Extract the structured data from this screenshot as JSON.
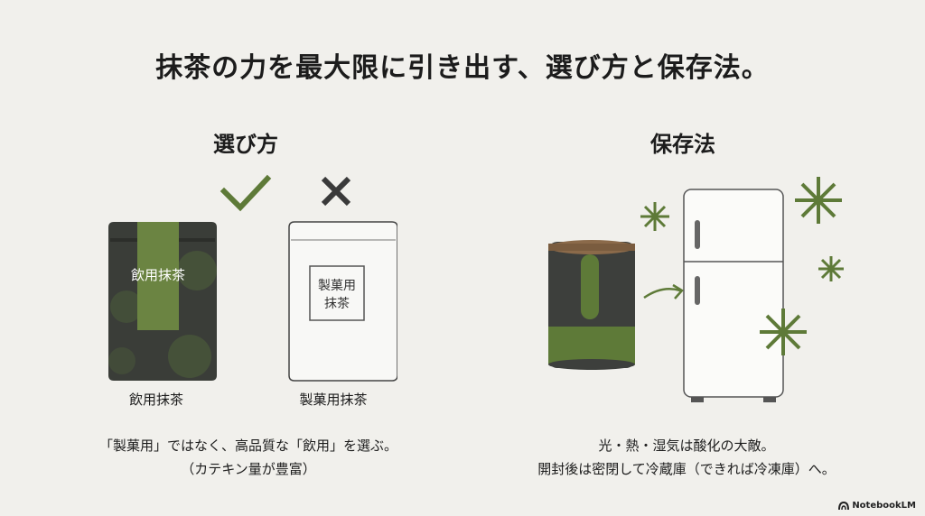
{
  "title": "抹茶の力を最大限に引き出す、選び方と保存法。",
  "choose": {
    "heading": "選び方",
    "good_item": {
      "package_label": [
        "飲用抹茶"
      ],
      "caption": "飲用抹茶",
      "mark": "check-icon"
    },
    "bad_item": {
      "package_label": [
        "製菓用",
        "抹茶"
      ],
      "caption": "製菓用抹茶",
      "mark": "x-icon"
    },
    "note_line1": "「製菓用」ではなく、高品質な「飲用」を選ぶ。",
    "note_line2": "（カテキン量が豊富）"
  },
  "store": {
    "heading": "保存法",
    "note_line1": "光・熱・湿気は酸化の大敵。",
    "note_line2": "開封後は密閉して冷蔵庫（できれば冷凍庫）へ。"
  },
  "brand": "NotebookLM",
  "colors": {
    "matcha": "#5e7a38",
    "dark_pouch": "#3a3d38",
    "background": "#f1f0ec",
    "ink": "#1c1c1c"
  }
}
